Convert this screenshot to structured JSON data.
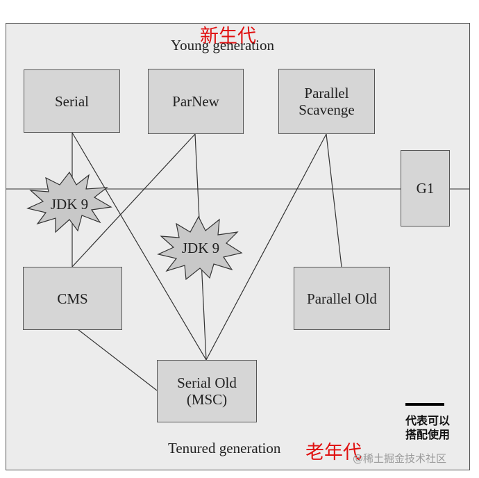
{
  "young": {
    "label_cn": "新生代",
    "label_en": "Young generation"
  },
  "tenured": {
    "label_cn": "老年代",
    "label_en": "Tenured generation"
  },
  "collectors": {
    "serial": "Serial",
    "parnew": "ParNew",
    "parallel_scavenge_line1": "Parallel",
    "parallel_scavenge_line2": "Scavenge",
    "g1": "G1",
    "cms": "CMS",
    "parallel_old": "Parallel Old",
    "serial_old_line1": "Serial Old",
    "serial_old_line2": "(MSC)"
  },
  "bursts": {
    "left": "JDK 9",
    "center": "JDK 9"
  },
  "legend": {
    "line1": "代表可以",
    "line2": "搭配使用"
  },
  "watermark": "@稀土掘金技术社区",
  "colors": {
    "accent_red": "#e01010",
    "box_fill": "#d6d6d6",
    "background": "#ececec"
  }
}
